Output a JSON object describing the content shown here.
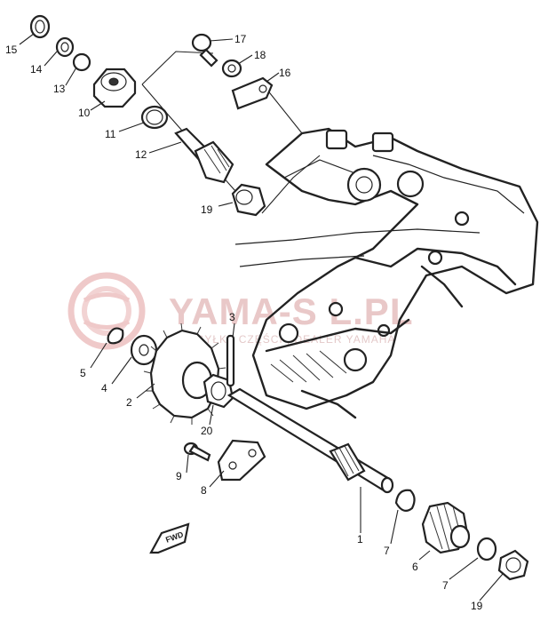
{
  "watermark": {
    "title": "YAMA-S  L.PL",
    "subtitle": "WYSYŁKA CZĘŚCI | DEALER YAMAHA"
  },
  "labels": {
    "p1": "1",
    "p2": "2",
    "p3": "3",
    "p4": "4",
    "p5": "5",
    "p6": "6",
    "p7a": "7",
    "p7b": "7",
    "p8": "8",
    "p9": "9",
    "p10": "10",
    "p11": "11",
    "p12": "12",
    "p13": "13",
    "p14": "14",
    "p15": "15",
    "p16": "16",
    "p17": "17",
    "p18": "18",
    "p19a": "19",
    "p19b": "19",
    "p20": "20"
  },
  "fwd_label": "FWD",
  "colors": {
    "ink": "#222222",
    "watermark": "#e9c8c8",
    "background": "#ffffff"
  }
}
